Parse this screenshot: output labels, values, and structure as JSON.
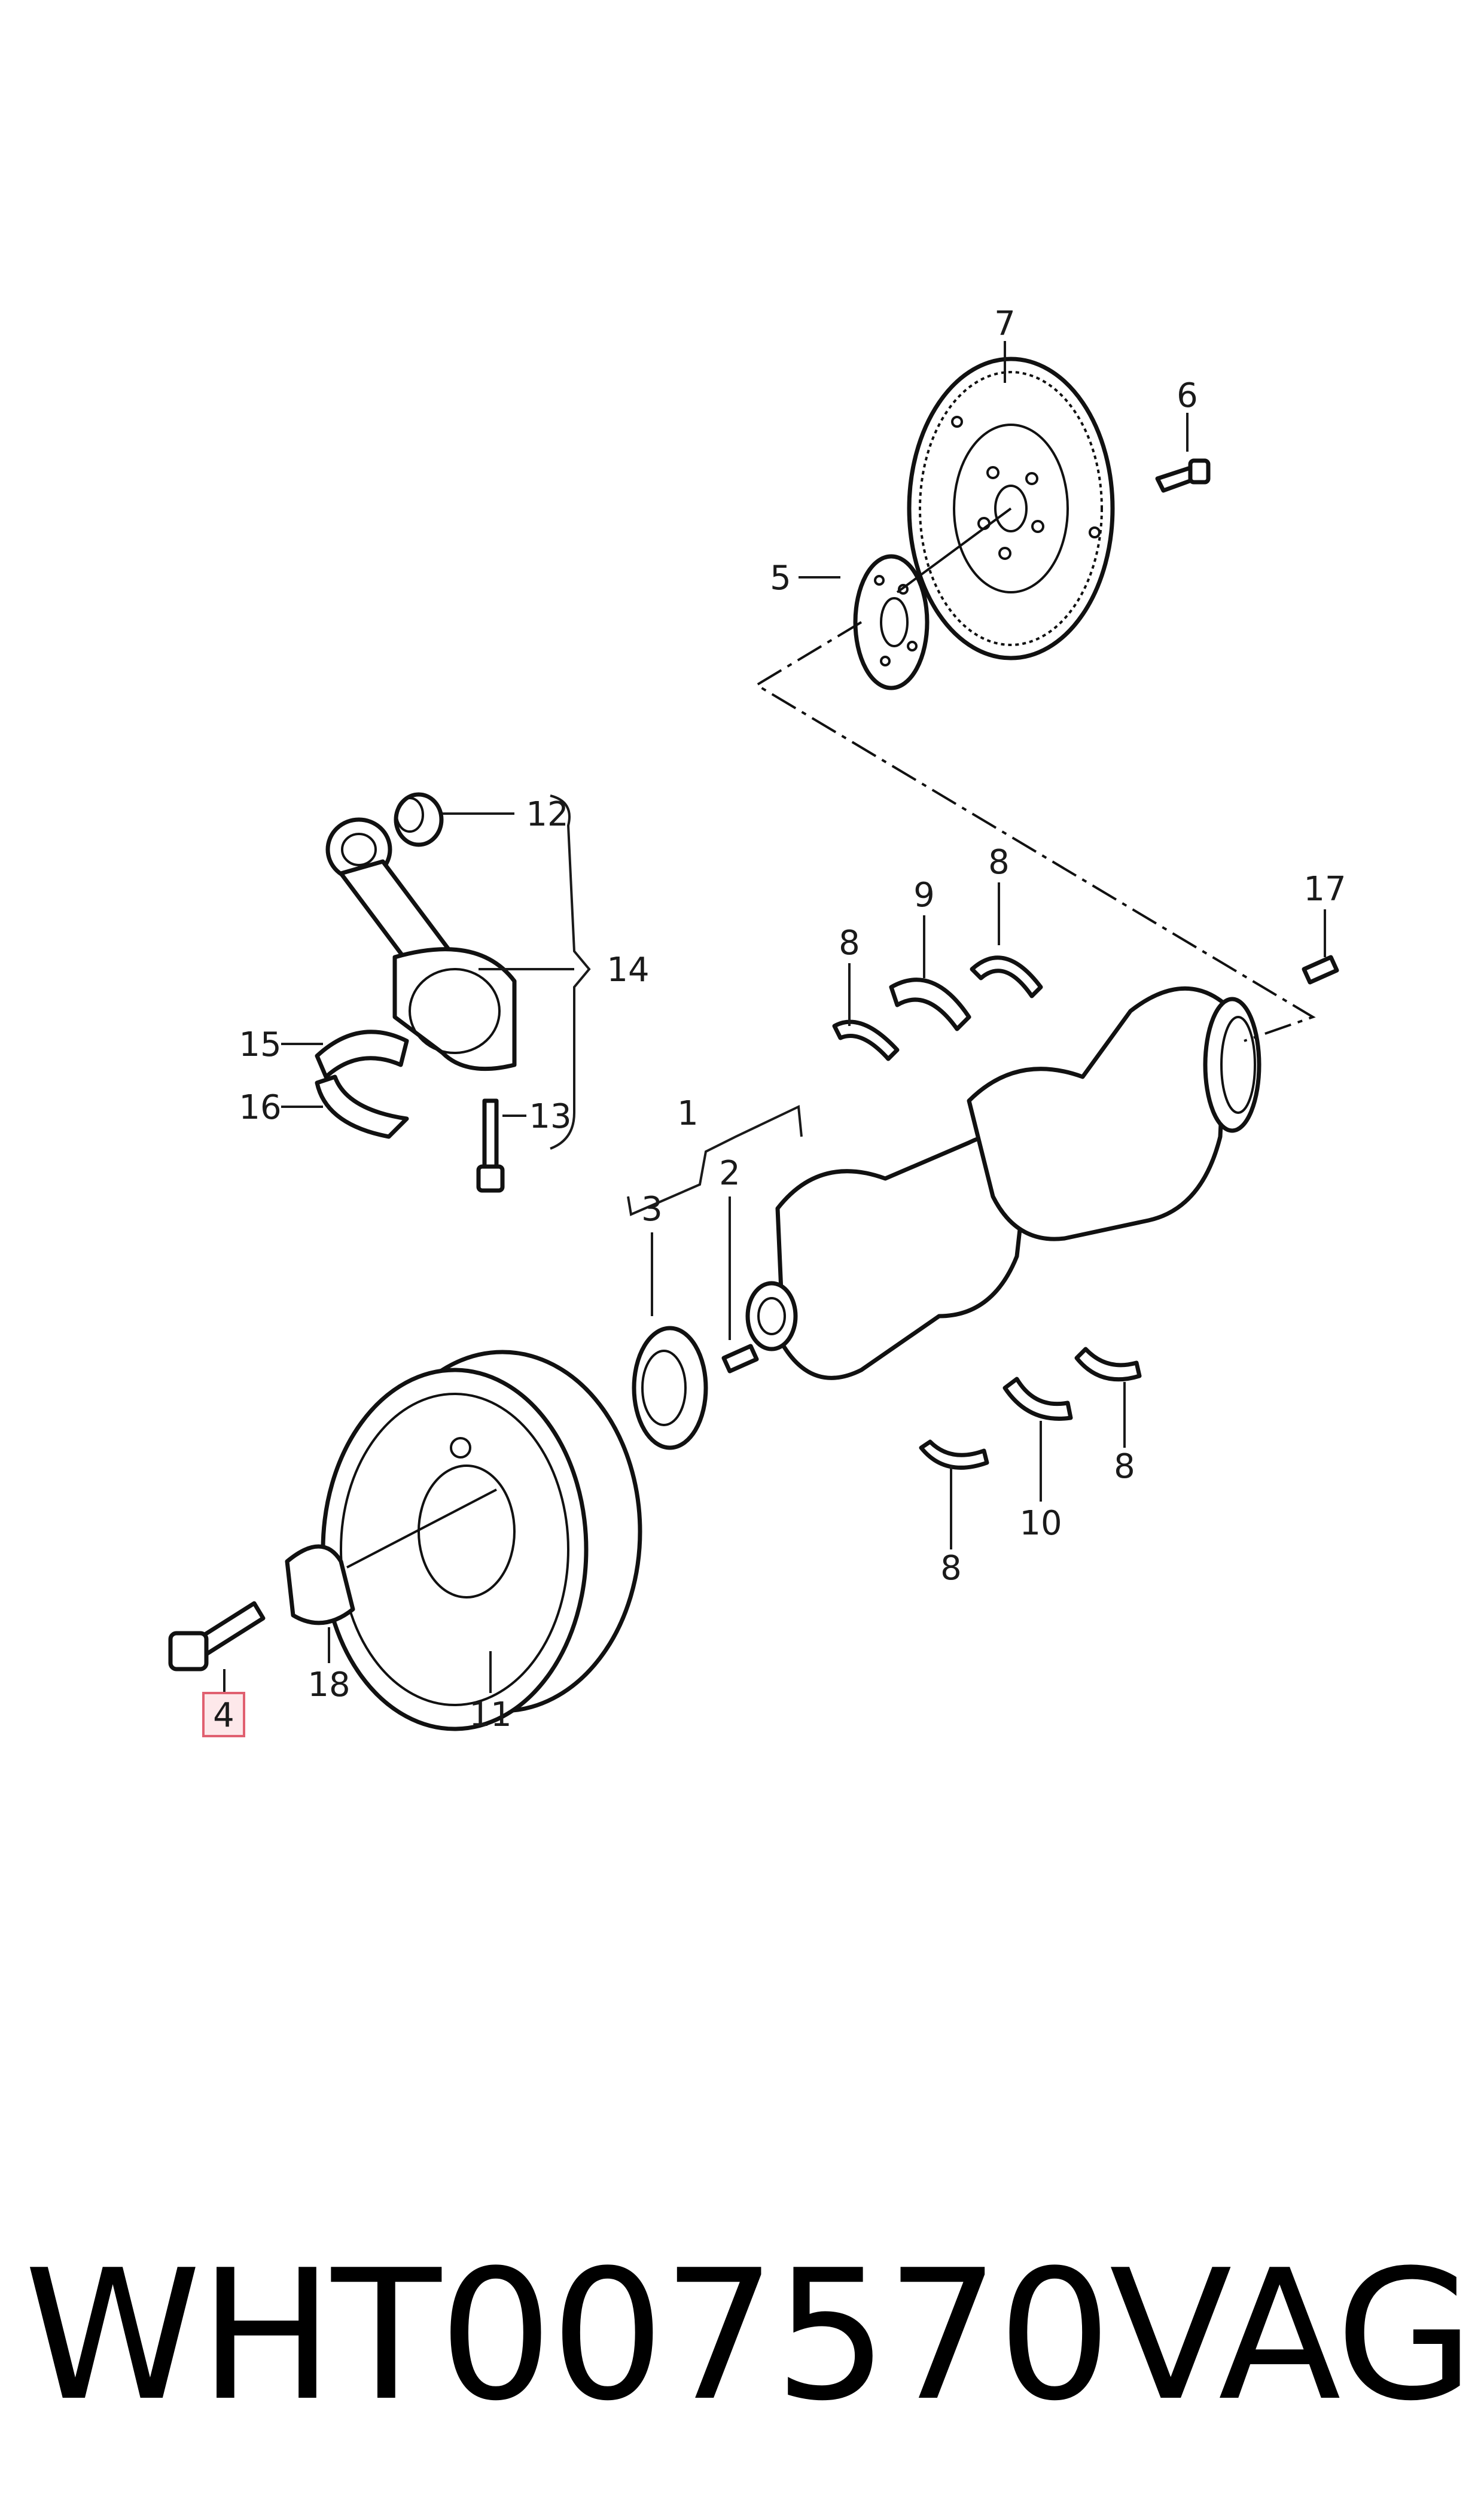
{
  "callouts": [
    {
      "id": "1",
      "label": "1"
    },
    {
      "id": "2",
      "label": "2"
    },
    {
      "id": "3",
      "label": "3"
    },
    {
      "id": "4",
      "label": "4",
      "highlighted": true
    },
    {
      "id": "5",
      "label": "5"
    },
    {
      "id": "6",
      "label": "6"
    },
    {
      "id": "7",
      "label": "7"
    },
    {
      "id": "8a",
      "label": "8"
    },
    {
      "id": "8b",
      "label": "8"
    },
    {
      "id": "8c",
      "label": "8"
    },
    {
      "id": "8d",
      "label": "8"
    },
    {
      "id": "9",
      "label": "9"
    },
    {
      "id": "10",
      "label": "10"
    },
    {
      "id": "11",
      "label": "11"
    },
    {
      "id": "12",
      "label": "12"
    },
    {
      "id": "13",
      "label": "13"
    },
    {
      "id": "14",
      "label": "14"
    },
    {
      "id": "15",
      "label": "15"
    },
    {
      "id": "16",
      "label": "16"
    },
    {
      "id": "17",
      "label": "17"
    },
    {
      "id": "18",
      "label": "18"
    }
  ],
  "footer": {
    "part_number": "WHT007570",
    "brand": "VAG"
  },
  "colors": {
    "line": "#111111",
    "highlight_fill": "#fde8ea",
    "highlight_stroke": "#e06070"
  }
}
